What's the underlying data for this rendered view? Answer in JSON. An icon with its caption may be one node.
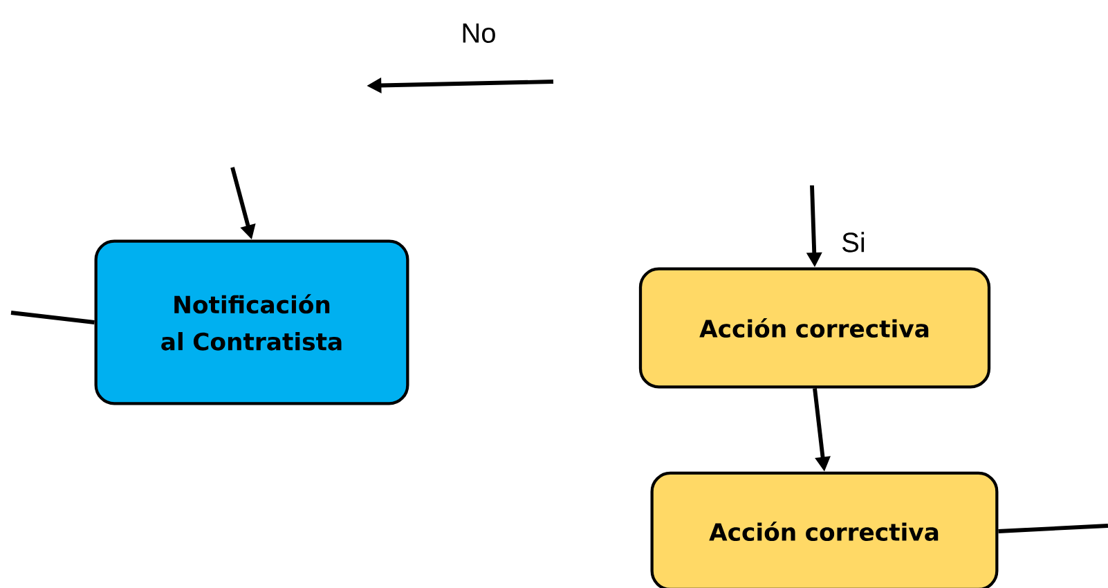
{
  "diagram": {
    "nodes": [
      {
        "text": [
          "Notificación al Contratista"
        ]
      },
      {
        "text": [
          "Acción correctiva"
        ]
      },
      {
        "text": [
          "Acción correctiva"
        ]
      }
    ],
    "edges": [
      {
        "from": null,
        "to": 0,
        "arrow": "to"
      },
      {
        "from": null,
        "to": 0,
        "arrow": "none"
      },
      {
        "from": null,
        "to": 1,
        "arrow": "to",
        "label": "Si"
      },
      {
        "from": 1,
        "to": 2,
        "arrow": "to"
      },
      {
        "from": 2,
        "to": null,
        "arrow": "none"
      }
    ],
    "labels": [
      "No"
    ]
  }
}
